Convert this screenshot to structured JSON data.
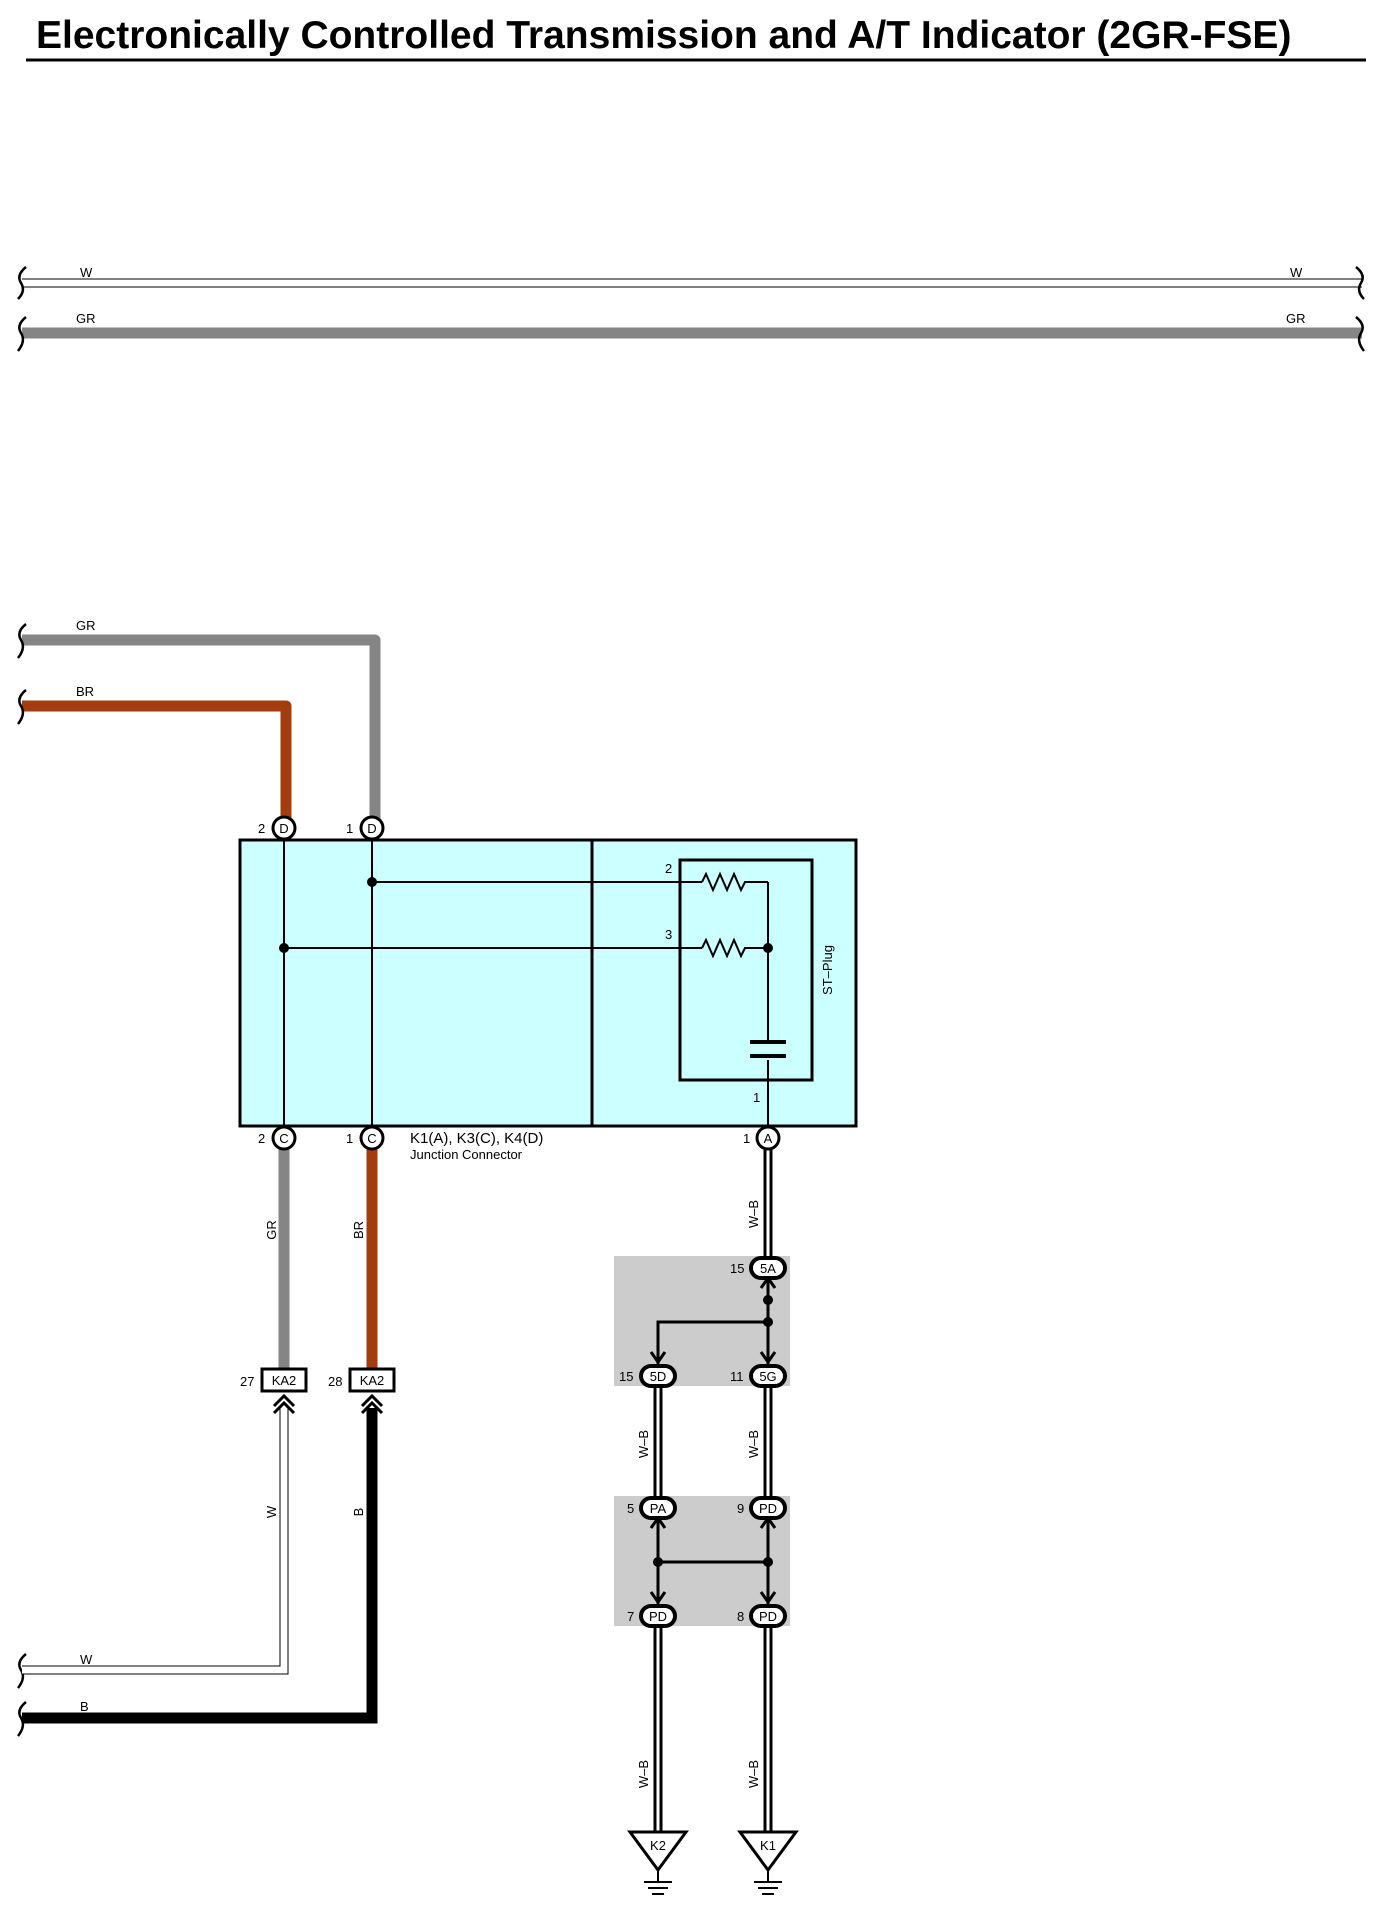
{
  "title": "Electronically Controlled Transmission and A/T Indicator (2GR-FSE)",
  "colors": {
    "GR": "#858585",
    "BR": "#a23d10",
    "B": "#000000",
    "W": "#ffffff",
    "junction_fill": "#ccffff",
    "splice_fill": "#cccccc"
  },
  "top_wires": {
    "w_left": "W",
    "w_right": "W",
    "gr_left": "GR",
    "gr_right": "GR"
  },
  "left_wires": {
    "gr": "GR",
    "br": "BR",
    "w": "W",
    "b": "B"
  },
  "junction": {
    "name": "K1(A), K3(C), K4(D)",
    "subtitle": "Junction Connector",
    "st_plug": "ST–Plug",
    "pin_d2": "2",
    "pin_d1": "1",
    "pin_c2": "2",
    "pin_c1": "1",
    "pin_a1": "1",
    "code_d": "D",
    "code_c": "C",
    "code_a": "A",
    "plug_pin_2": "2",
    "plug_pin_3": "3",
    "plug_pin_1": "1"
  },
  "vertical_wires": {
    "gr": "GR",
    "br": "BR",
    "w": "W",
    "b": "B",
    "wb_a": "W–B",
    "wb_b": "W–B",
    "wb_c": "W–B",
    "wb_d": "W–B",
    "wb_e": "W–B"
  },
  "connectors": {
    "ka2_27_pin": "27",
    "ka2_27": "KA2",
    "ka2_28_pin": "28",
    "ka2_28": "KA2",
    "c5a_pin": "15",
    "c5a": "5A",
    "c5d_pin": "15",
    "c5d": "5D",
    "c5g_pin": "11",
    "c5g": "5G",
    "pa_pin": "5",
    "pa": "PA",
    "pd9_pin": "9",
    "pd9": "PD",
    "pd7_pin": "7",
    "pd7": "PD",
    "pd8_pin": "8",
    "pd8": "PD"
  },
  "grounds": {
    "k2": "K2",
    "k1": "K1"
  }
}
